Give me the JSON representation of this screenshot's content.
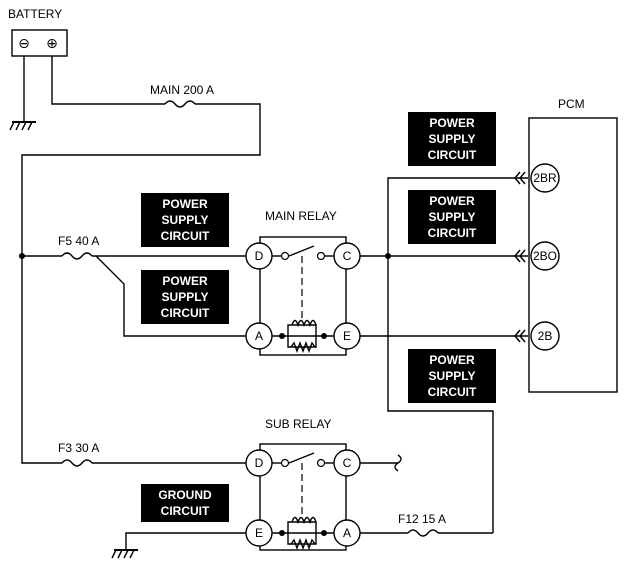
{
  "labels": {
    "battery": "BATTERY",
    "main_fuse": "MAIN 200 A",
    "pcm": "PCM",
    "main_relay": "MAIN RELAY",
    "sub_relay": "SUB RELAY",
    "f5": "F5 40 A",
    "f3": "F3 30 A",
    "f12": "F12 15 A"
  },
  "battery": {
    "minus": "⊖",
    "plus": "⊕"
  },
  "blocks": [
    {
      "id": "psc-pcm-top",
      "lines": [
        "POWER",
        "SUPPLY",
        "CIRCUIT"
      ]
    },
    {
      "id": "psc-main-relay-left",
      "lines": [
        "POWER",
        "SUPPLY",
        "CIRCUIT"
      ]
    },
    {
      "id": "psc-between-relay-pcm",
      "lines": [
        "POWER",
        "SUPPLY",
        "CIRCUIT"
      ]
    },
    {
      "id": "psc-f5-branch",
      "lines": [
        "POWER",
        "SUPPLY",
        "CIRCUIT"
      ]
    },
    {
      "id": "psc-right-lower",
      "lines": [
        "POWER",
        "SUPPLY",
        "CIRCUIT"
      ]
    },
    {
      "id": "ground-circuit",
      "lines": [
        "GROUND",
        "CIRCUIT"
      ]
    }
  ],
  "main_relay_terminals": {
    "d": "D",
    "c": "C",
    "a": "A",
    "e": "E"
  },
  "sub_relay_terminals": {
    "d": "D",
    "c": "C",
    "e": "E",
    "a": "A"
  },
  "pcm_terminals": {
    "t1": "2BR",
    "t2": "2BO",
    "t3": "2B"
  }
}
